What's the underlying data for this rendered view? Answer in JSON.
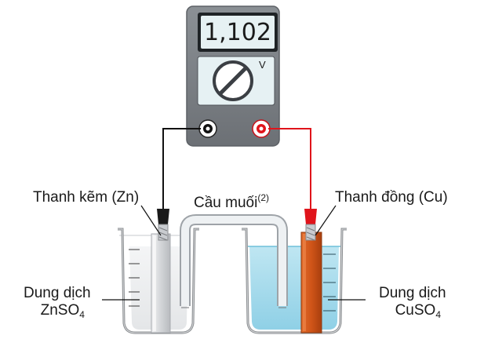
{
  "meter": {
    "reading": "1,102",
    "unit": "V"
  },
  "labels": {
    "zinc_rod": "Thanh kẽm (Zn)",
    "copper_rod": "Thanh đồng (Cu)",
    "salt_bridge": "Cầu muối",
    "salt_bridge_note": "(2)",
    "left_solution_line1": "Dung dịch",
    "left_solution_formula": "ZnSO",
    "left_solution_sub": "4",
    "right_solution_line1": "Dung dịch",
    "right_solution_formula": "CuSO",
    "right_solution_sub": "4"
  },
  "colors": {
    "black_wire": "#111111",
    "red_wire": "#e0141b",
    "zinc": "#d9dadd",
    "copper": "#d2571a",
    "cuso4_solution": "#a9dcec",
    "meter_body": "#7b8084"
  }
}
